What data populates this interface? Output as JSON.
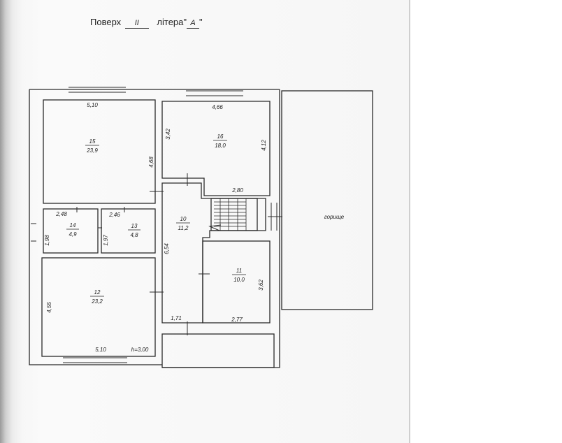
{
  "header": {
    "floor_label": "Поверх",
    "floor_value": "II",
    "letter_label": "літера",
    "letter_value": "А"
  },
  "rooms": [
    {
      "id": "15",
      "area": "23,9"
    },
    {
      "id": "16",
      "area": "18,0"
    },
    {
      "id": "14",
      "area": "4,9"
    },
    {
      "id": "13",
      "area": "4,8"
    },
    {
      "id": "10",
      "area": "11,2"
    },
    {
      "id": "12",
      "area": "23,2"
    },
    {
      "id": "11",
      "area": "10,0"
    }
  ],
  "attic": {
    "label": "горище"
  },
  "dimensions": {
    "r15_width": "5,10",
    "r15_height": "4,68",
    "r16_width": "4,66",
    "r16_left": "3,42",
    "r16_right": "4,12",
    "r16_bottom": "2,80",
    "r14_width": "2,48",
    "r14_height": "1,98",
    "r13_width": "2,46",
    "r13_height": "1,97",
    "r10_height": "6,54",
    "r10_bottom": "1,71",
    "r11_bottom": "2,77",
    "r11_right": "3,62",
    "r12_height": "4,55",
    "r12_bottom": "5,10",
    "ceiling_height": "h=3,00"
  }
}
